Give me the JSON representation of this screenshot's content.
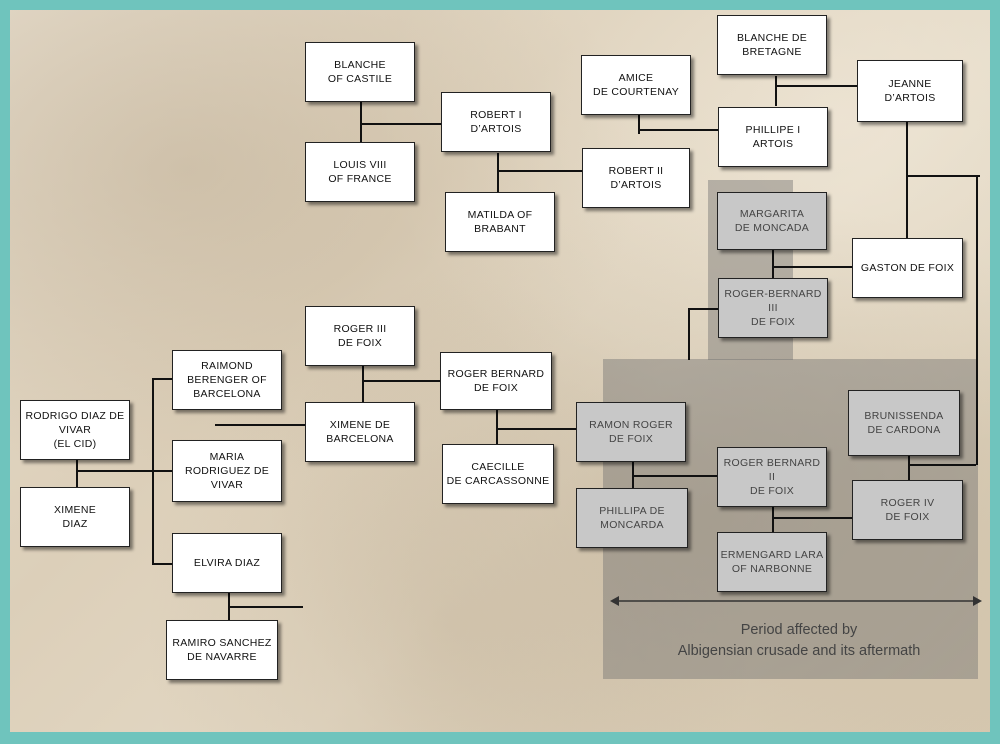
{
  "period": {
    "line1": "Period affected by",
    "line2": "Albigensian crusade and its aftermath"
  },
  "colors": {
    "frame": "#6fc4bd",
    "parchment": "#dfd3bf",
    "shade": "#8a8a8a",
    "box": "#ffffff",
    "line": "#111111"
  },
  "nodes": {
    "blanche_castile": "BLANCHE\nOF CASTILE",
    "louis_viii": "LOUIS VIII\nOF FRANCE",
    "robert_i": "ROBERT I\nD’ARTOIS",
    "matilda_brabant": "MATILDA OF\nBRABANT",
    "amice": "AMICE\nDE COURTENAY",
    "robert_ii": "ROBERT II\nD’ARTOIS",
    "blanche_bretagne": "BLANCHE DE\nBRETAGNE",
    "phillipe_i": "PHILLIPE I\nARTOIS",
    "jeanne": "JEANNE\nD’ARTOIS",
    "margarita": "MARGARITA\nDE MONCADA",
    "gaston": "GASTON DE FOIX",
    "roger_bernard_iii": "ROGER-BERNARD III\nDE FOIX",
    "rodrigo": "RODRIGO DIAZ DE\nVIVAR\n(EL CID)",
    "ximene_diaz": "XIMENE\nDIAZ",
    "raimond": "RAIMOND\nBERENGER OF\nBARCELONA",
    "maria": "MARIA\nRODRIGUEZ DE\nVIVAR",
    "elvira": "ELVIRA DIAZ",
    "ramiro": "RAMIRO SANCHEZ\nDE NAVARRE",
    "roger_iii": "ROGER III\nDE FOIX",
    "ximene_barcelona": "XIMENE DE\nBARCELONA",
    "roger_bernard": "ROGER BERNARD\nDE FOIX",
    "caecille": "CAECILLE\nDE CARCASSONNE",
    "ramon_roger": "RAMON ROGER\nDE FOIX",
    "phillipa": "PHILLIPA DE\nMONCARDA",
    "roger_bernard_ii": "ROGER BERNARD II\nDE FOIX",
    "ermengard": "ERMENGARD LARA\nOF NARBONNE",
    "brunissenda": "BRUNISSENDA\nDE CARDONA",
    "roger_iv": "ROGER IV\nDE FOIX"
  }
}
